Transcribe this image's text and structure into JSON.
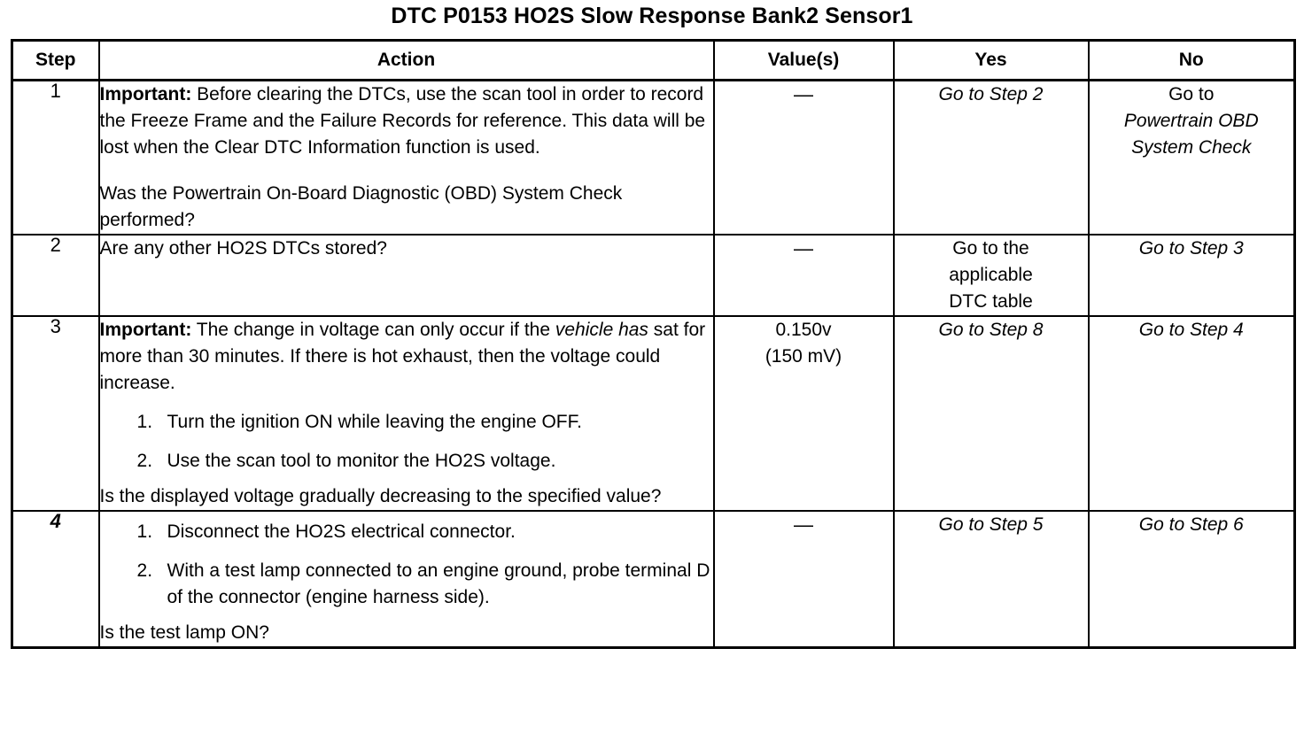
{
  "title": "DTC P0153 HO2S Slow Response Bank2 Sensor1",
  "table": {
    "headers": {
      "step": "Step",
      "action": "Action",
      "value": "Value(s)",
      "yes": "Yes",
      "no": "No"
    },
    "rows": [
      {
        "step": "1",
        "step_italic": false,
        "action": {
          "important_label": "Important:",
          "important_text": " Before clearing the DTCs, use the scan tool in order to record the Freeze Frame and the Failure Records for reference. This data will be lost when the Clear DTC Information function is used.",
          "question": "Was the Powertrain On-Board Diagnostic (OBD) System Check performed?"
        },
        "value": "—",
        "yes": "Go to Step 2",
        "no_line1": "Go to",
        "no_line2": "Powertrain OBD",
        "no_line3": "System Check"
      },
      {
        "step": "2",
        "step_italic": false,
        "action": {
          "question": "Are any other HO2S DTCs stored?"
        },
        "value": "—",
        "yes_line1": "Go to the",
        "yes_line2": "applicable",
        "yes_line3": "DTC table",
        "no": "Go to Step 3"
      },
      {
        "step": "3",
        "step_italic": false,
        "action": {
          "important_label": "Important:",
          "important_text_a": " The change in voltage can only occur if the ",
          "important_em": "vehicle has",
          "important_text_b": " sat for more than 30 minutes. If there is hot exhaust, then the voltage could increase.",
          "substeps": [
            "Turn the ignition ON while leaving the engine OFF.",
            "Use the scan tool to monitor the HO2S voltage."
          ],
          "question": "Is the displayed voltage gradually decreasing to the specified value?"
        },
        "value_line1": "0.150v",
        "value_line2": "(150 mV)",
        "yes": "Go to Step 8",
        "no": "Go to Step 4"
      },
      {
        "step": "4",
        "step_italic": true,
        "action": {
          "substeps": [
            "Disconnect the HO2S electrical connector.",
            "With a test lamp connected to an engine ground, probe terminal D of the connector (engine harness side)."
          ],
          "question": "Is the test lamp ON?"
        },
        "value": "—",
        "yes": "Go to Step 5",
        "no": "Go to Step 6"
      }
    ]
  }
}
